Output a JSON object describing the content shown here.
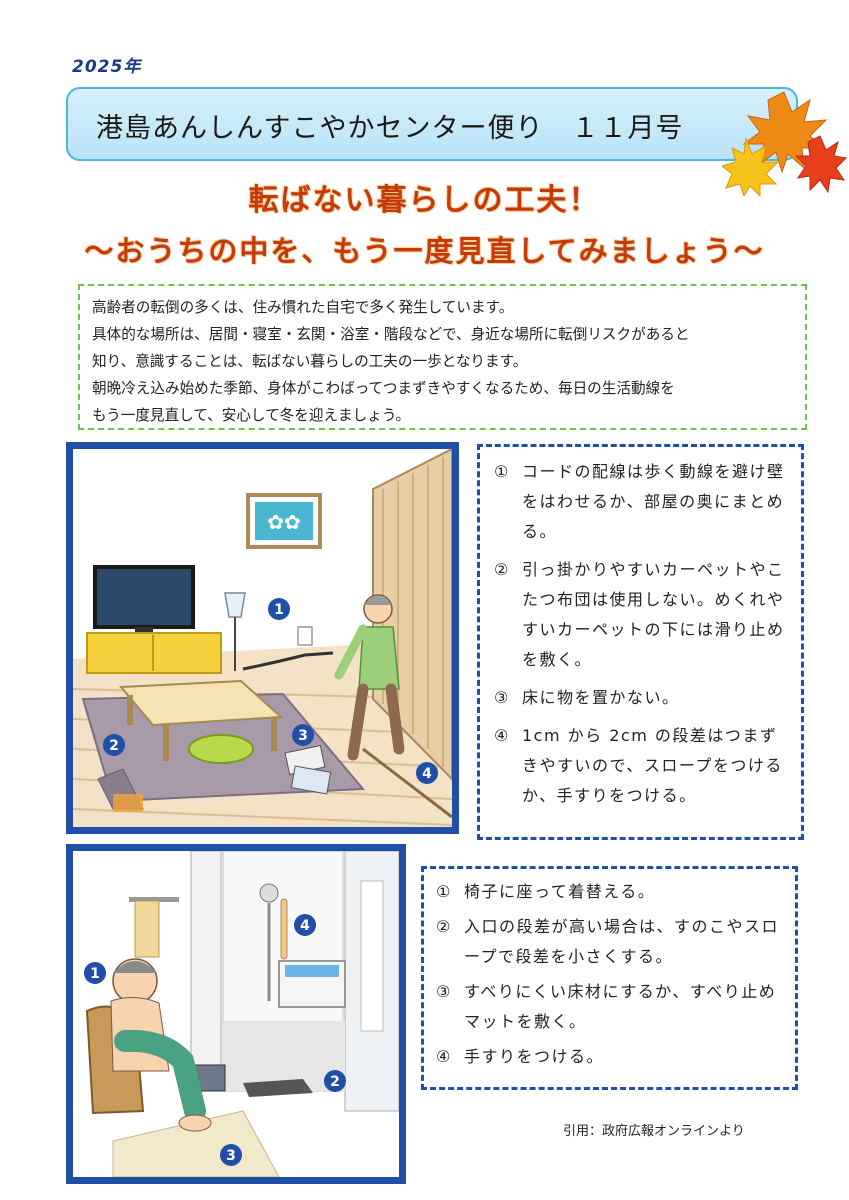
{
  "header": {
    "year": "2025年",
    "title": "港島あんしんすこやかセンター便り　１１月号"
  },
  "headings": {
    "main": "転ばない暮らしの工夫！",
    "sub": "～おうちの中を、もう一度見直してみましょう～"
  },
  "intro": {
    "lines": [
      "高齢者の転倒の多くは、住み慣れた自宅で多く発生しています。",
      "具体的な場所は、居間・寝室・玄関・浴室・階段などで、身近な場所に転倒リスクがあると",
      "知り、意識することは、転ばない暮らしの工夫の一歩となります。",
      "朝晩冷え込み始めた季節、身体がこわばってつまずきやすくなるため、毎日の生活動線を",
      "もう一度見直して、安心して冬を迎えましょう。"
    ]
  },
  "living_room": {
    "markers": [
      "1",
      "2",
      "3",
      "4"
    ],
    "tips": [
      {
        "num": "①",
        "text": "コードの配線は歩く動線を避け壁をはわせるか、部屋の奥にまとめる。"
      },
      {
        "num": "②",
        "text": "引っ掛かりやすいカーペットやこたつ布団は使用しない。めくれやすいカーペットの下には滑り止めを敷く。"
      },
      {
        "num": "③",
        "text": "床に物を置かない。"
      },
      {
        "num": "④",
        "text": "1cm から 2cm の段差はつまずきやすいので、スロープをつけるか、手すりをつける。"
      }
    ]
  },
  "bathroom": {
    "markers": [
      "1",
      "2",
      "3",
      "4"
    ],
    "tips": [
      {
        "num": "①",
        "text": "椅子に座って着替える。"
      },
      {
        "num": "②",
        "text": "入口の段差が高い場合は、すのこやスロープで段差を小さくする。"
      },
      {
        "num": "③",
        "text": "すべりにくい床材にするか、すべり止めマットを敷く。"
      },
      {
        "num": "④",
        "text": "手すりをつける。"
      }
    ]
  },
  "citation": "引用：政府広報オンラインより",
  "colors": {
    "frame": "#1f4fa6",
    "heading": "#c33b08",
    "banner_border": "#4bb5e3",
    "intro_border": "#6ec44a"
  }
}
